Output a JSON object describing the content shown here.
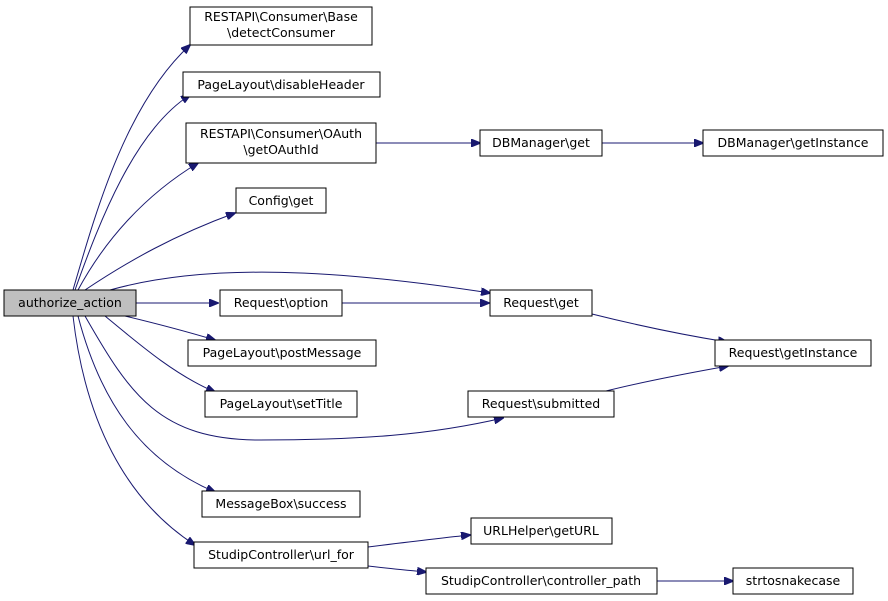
{
  "root": {
    "label": "authorize_action"
  },
  "nodes": {
    "detect_consumer": {
      "lines": [
        "RESTAPI\\Consumer\\Base",
        "\\detectConsumer"
      ]
    },
    "disable_header": {
      "lines": [
        "PageLayout\\disableHeader"
      ]
    },
    "get_oauth_id": {
      "lines": [
        "RESTAPI\\Consumer\\OAuth",
        "\\getOAuthId"
      ]
    },
    "dbmanager_get": {
      "lines": [
        "DBManager\\get"
      ]
    },
    "dbmanager_get_instance": {
      "lines": [
        "DBManager\\getInstance"
      ]
    },
    "config_get": {
      "lines": [
        "Config\\get"
      ]
    },
    "request_option": {
      "lines": [
        "Request\\option"
      ]
    },
    "request_get": {
      "lines": [
        "Request\\get"
      ]
    },
    "request_get_instance": {
      "lines": [
        "Request\\getInstance"
      ]
    },
    "post_message": {
      "lines": [
        "PageLayout\\postMessage"
      ]
    },
    "set_title": {
      "lines": [
        "PageLayout\\setTitle"
      ]
    },
    "request_submitted": {
      "lines": [
        "Request\\submitted"
      ]
    },
    "messagebox_success": {
      "lines": [
        "MessageBox\\success"
      ]
    },
    "url_for": {
      "lines": [
        "StudipController\\url_for"
      ]
    },
    "url_helper_get_url": {
      "lines": [
        "URLHelper\\getURL"
      ]
    },
    "controller_path": {
      "lines": [
        "StudipController\\controller_path"
      ]
    },
    "strtosnakecase": {
      "lines": [
        "strtosnakecase"
      ]
    }
  },
  "edges": [
    [
      "root",
      "detect_consumer"
    ],
    [
      "root",
      "disable_header"
    ],
    [
      "root",
      "get_oauth_id"
    ],
    [
      "root",
      "config_get"
    ],
    [
      "root",
      "request_get"
    ],
    [
      "root",
      "request_option"
    ],
    [
      "root",
      "post_message"
    ],
    [
      "root",
      "set_title"
    ],
    [
      "root",
      "request_submitted"
    ],
    [
      "root",
      "messagebox_success"
    ],
    [
      "root",
      "url_for"
    ],
    [
      "get_oauth_id",
      "dbmanager_get"
    ],
    [
      "dbmanager_get",
      "dbmanager_get_instance"
    ],
    [
      "request_option",
      "request_get"
    ],
    [
      "request_get",
      "request_get_instance"
    ],
    [
      "request_submitted",
      "request_get_instance"
    ],
    [
      "url_for",
      "url_helper_get_url"
    ],
    [
      "url_for",
      "controller_path"
    ],
    [
      "controller_path",
      "strtosnakecase"
    ]
  ],
  "colors": {
    "edge": "#191970",
    "root_fill": "#bfbfbf",
    "node_fill": "#ffffff",
    "node_border": "#000000"
  }
}
